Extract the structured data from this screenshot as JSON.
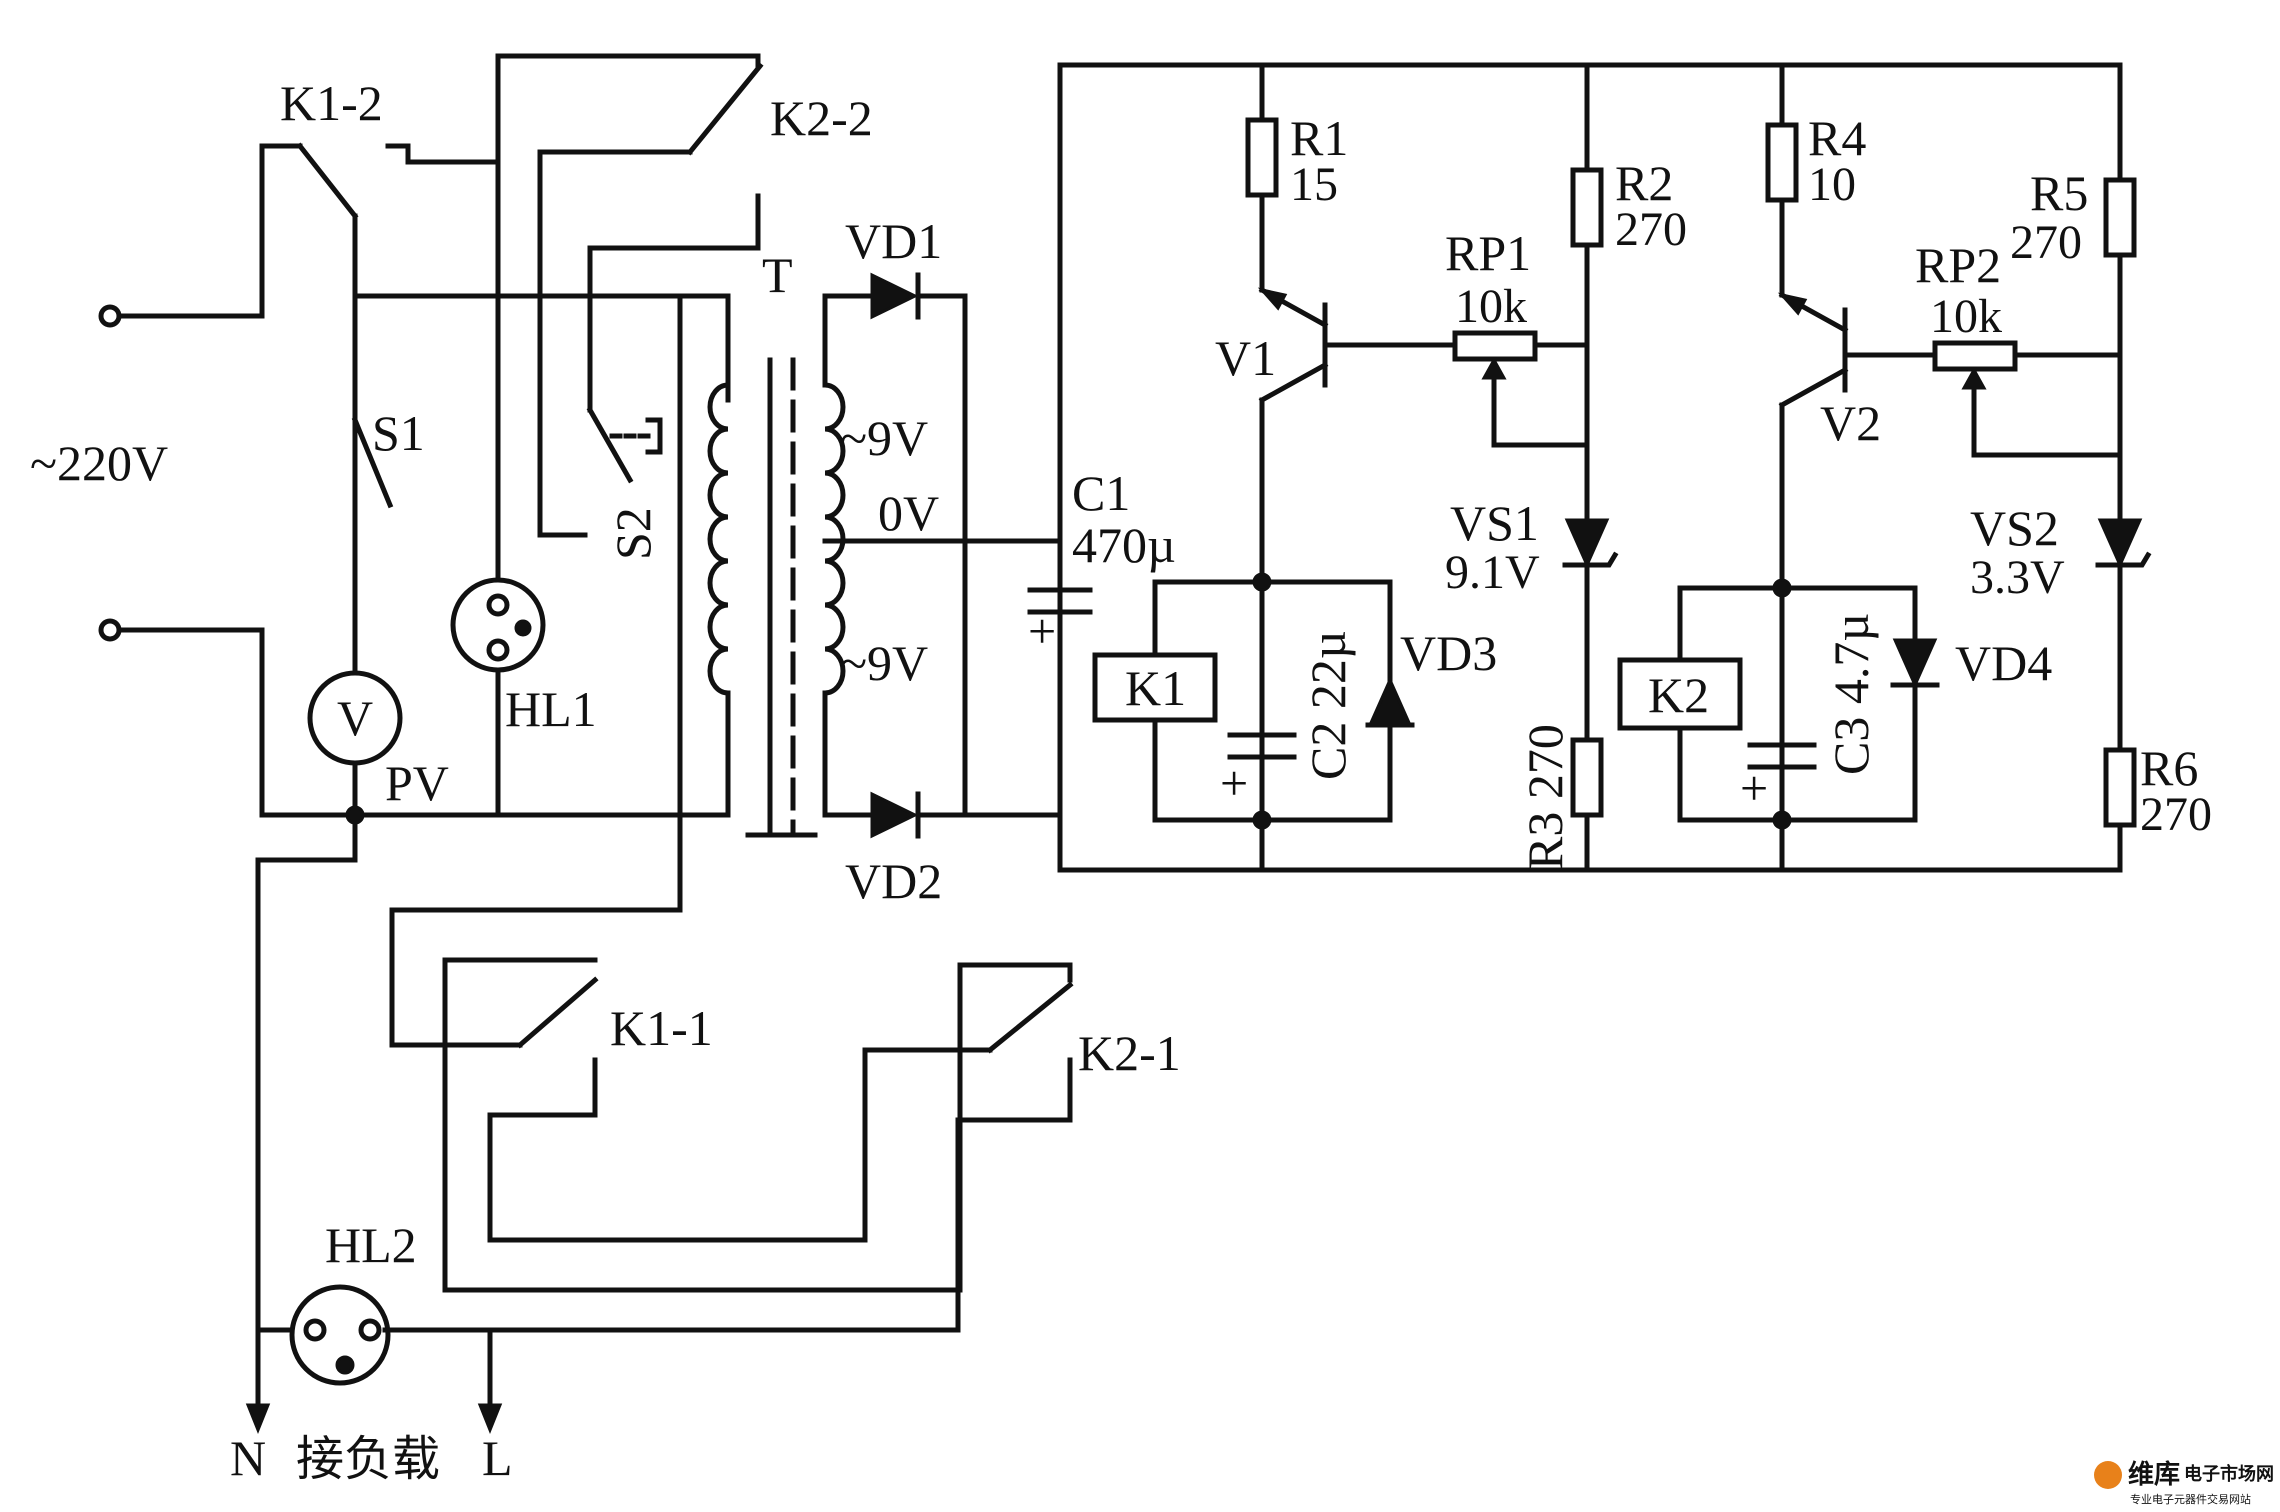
{
  "supply": {
    "label": "~220V"
  },
  "switches": {
    "s1": "S1",
    "s2": "S2"
  },
  "meter": {
    "symbol": "V",
    "label": "PV"
  },
  "lamps": {
    "hl1": "HL1",
    "hl2": "HL2"
  },
  "transformer": {
    "label": "T",
    "tap_top": "~9V",
    "tap_mid": "0V",
    "tap_bottom": "~9V"
  },
  "relay_contacts": {
    "k1_1": "K1-1",
    "k1_2": "K1-2",
    "k2_1": "K2-1",
    "k2_2": "K2-2"
  },
  "components": {
    "vd1": "VD1",
    "vd2": "VD2",
    "vd3": "VD3",
    "vd4": "VD4",
    "c1": "C1",
    "c1_value": "470µ",
    "c2": "C2 22µ",
    "c3": "C3 4.7µ",
    "r1": "R1",
    "r1_value": "15",
    "r2": "R2",
    "r2_value": "270",
    "r3": "R3 270",
    "r4": "R4",
    "r4_value": "10",
    "r5": "R5",
    "r5_value": "270",
    "r6": "R6",
    "r6_value": "270",
    "rp1": "RP1",
    "rp1_value": "10k",
    "rp2": "RP2",
    "rp2_value": "10k",
    "vs1": "VS1",
    "vs1_value": "9.1V",
    "vs2": "VS2",
    "vs2_value": "3.3V",
    "v1": "V1",
    "v2": "V2",
    "k1": "K1",
    "k2": "K2"
  },
  "output": {
    "n": "N",
    "load": "接负载",
    "l": "L"
  },
  "watermark": {
    "brand": "维库",
    "site": "电子市场网",
    "sub": "专业电子元器件交易网站"
  }
}
